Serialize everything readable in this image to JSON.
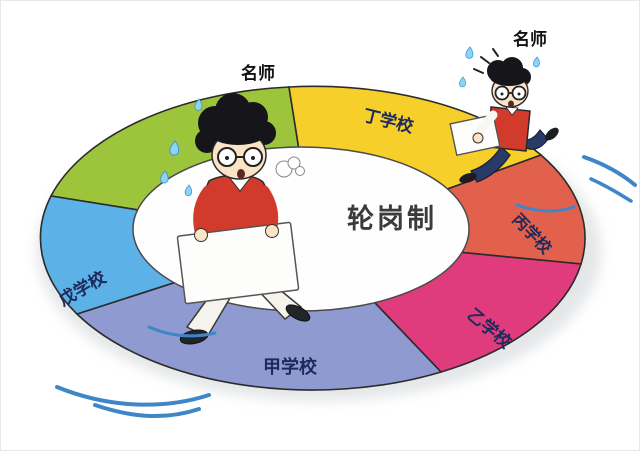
{
  "title": {
    "label": "轮岗制"
  },
  "teachers": {
    "left": {
      "label": "名师"
    },
    "right": {
      "label": "名师"
    }
  },
  "ring": {
    "segments": [
      {
        "name": "green-segment",
        "color": "#9cc53c"
      },
      {
        "name": "yellow-segment",
        "label": "丁学校",
        "color": "#f6cf2a"
      },
      {
        "name": "coral-segment",
        "label": "丙学校",
        "color": "#e2614d"
      },
      {
        "name": "magenta-segment",
        "label": "乙学校",
        "color": "#e03c7d"
      },
      {
        "name": "periwinkle-segment",
        "label": "甲学校",
        "color": "#8f9ad0"
      },
      {
        "name": "lightblue-segment",
        "label": "戊学校",
        "color": "#5cb2e6"
      }
    ]
  },
  "colors": {
    "swoosh": "#3f86c9",
    "label_text": "#1d2a5a",
    "title_text": "#3b3b3b",
    "shirt_red": "#d23a2c"
  }
}
